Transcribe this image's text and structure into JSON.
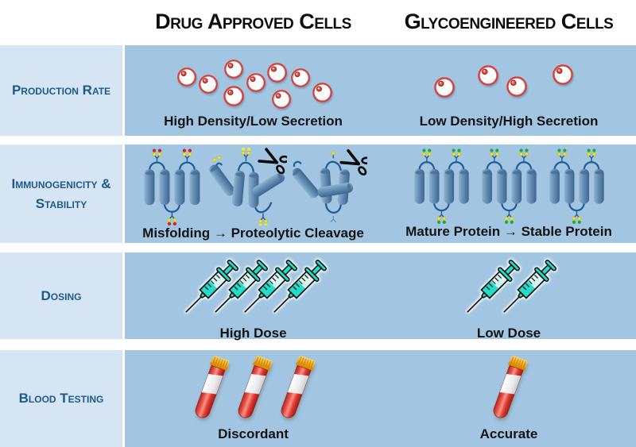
{
  "header": {
    "col_left": "Drug Approved Cells",
    "col_right": "Glycoengineered Cells"
  },
  "rows": [
    {
      "label": "Production Rate",
      "left": {
        "caption": "High Density/Low Secretion",
        "cell_count": 9
      },
      "right": {
        "caption": "Low Density/High Secretion",
        "cell_count": 4
      }
    },
    {
      "label": "Immunogenicity & Stability",
      "left": {
        "caption": "Misfolding → Proteolytic Cleavage",
        "units": [
          "mature-protein-red-glycans",
          "misfolded-protein-cleaved",
          "misfolded-protein-crossed"
        ]
      },
      "right": {
        "caption": "Mature Protein → Stable Protein",
        "protein_count": 3
      }
    },
    {
      "label": "Dosing",
      "left": {
        "caption": "High Dose",
        "syringe_count": 4
      },
      "right": {
        "caption": "Low Dose",
        "syringe_count": 2
      }
    },
    {
      "label": "Blood Testing",
      "left": {
        "caption": "Discordant",
        "tube_count": 3
      },
      "right": {
        "caption": "Accurate",
        "tube_count": 1
      }
    }
  ],
  "icons": {
    "cell": "cell-icon",
    "protein": "protein-icon",
    "misfolded_protein": "misfolded-protein-icon",
    "scissors": "scissors-icon",
    "syringe": "syringe-icon",
    "blood_tube": "blood-tube-icon"
  },
  "colors": {
    "label_box_bg": "#D6E5F3",
    "band_bg": "#A2C6E1",
    "label_text": "#1C5A8C",
    "heading_text": "#0D0D0D",
    "caption_text": "#141414",
    "cell_red": "#D8403C",
    "protein_blue": "#5E86AC",
    "loop_blue": "#1D5D96",
    "glycan_yellow": "#F2E23A",
    "glycan_green": "#1FA83C",
    "glycan_red": "#CC2525",
    "syringe_teal": "#23DCCB",
    "tube_red": "#E03A31",
    "cap_orange": "#F3A51B"
  }
}
